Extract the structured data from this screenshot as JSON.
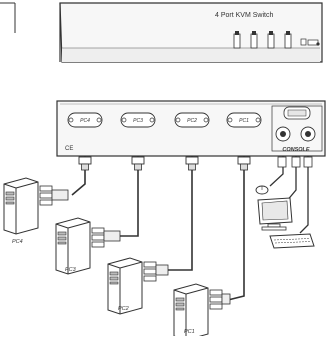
{
  "front_panel": {
    "title": "4 Port KVM Switch",
    "icon": "kvm-switch-front-panel"
  },
  "rear_panel": {
    "ports": [
      {
        "id": "pc4",
        "label": "PC4"
      },
      {
        "id": "pc3",
        "label": "PC3"
      },
      {
        "id": "pc2",
        "label": "PC2"
      },
      {
        "id": "pc1",
        "label": "PC1"
      }
    ],
    "console_label": "CONSOLE",
    "ce_mark": "CE"
  },
  "computers": [
    {
      "id": "pc4",
      "label": "PC4"
    },
    {
      "id": "pc3",
      "label": "PC3"
    },
    {
      "id": "pc2",
      "label": "PC2"
    },
    {
      "id": "pc1",
      "label": "PC1"
    }
  ],
  "console_devices": [
    {
      "id": "mouse",
      "icon": "mouse-icon"
    },
    {
      "id": "monitor",
      "icon": "monitor-icon"
    },
    {
      "id": "keyboard",
      "icon": "keyboard-icon"
    }
  ],
  "colors": {
    "line": "#333333",
    "panel_fill": "#f7f7f7",
    "shade": "#d9d9d9"
  }
}
